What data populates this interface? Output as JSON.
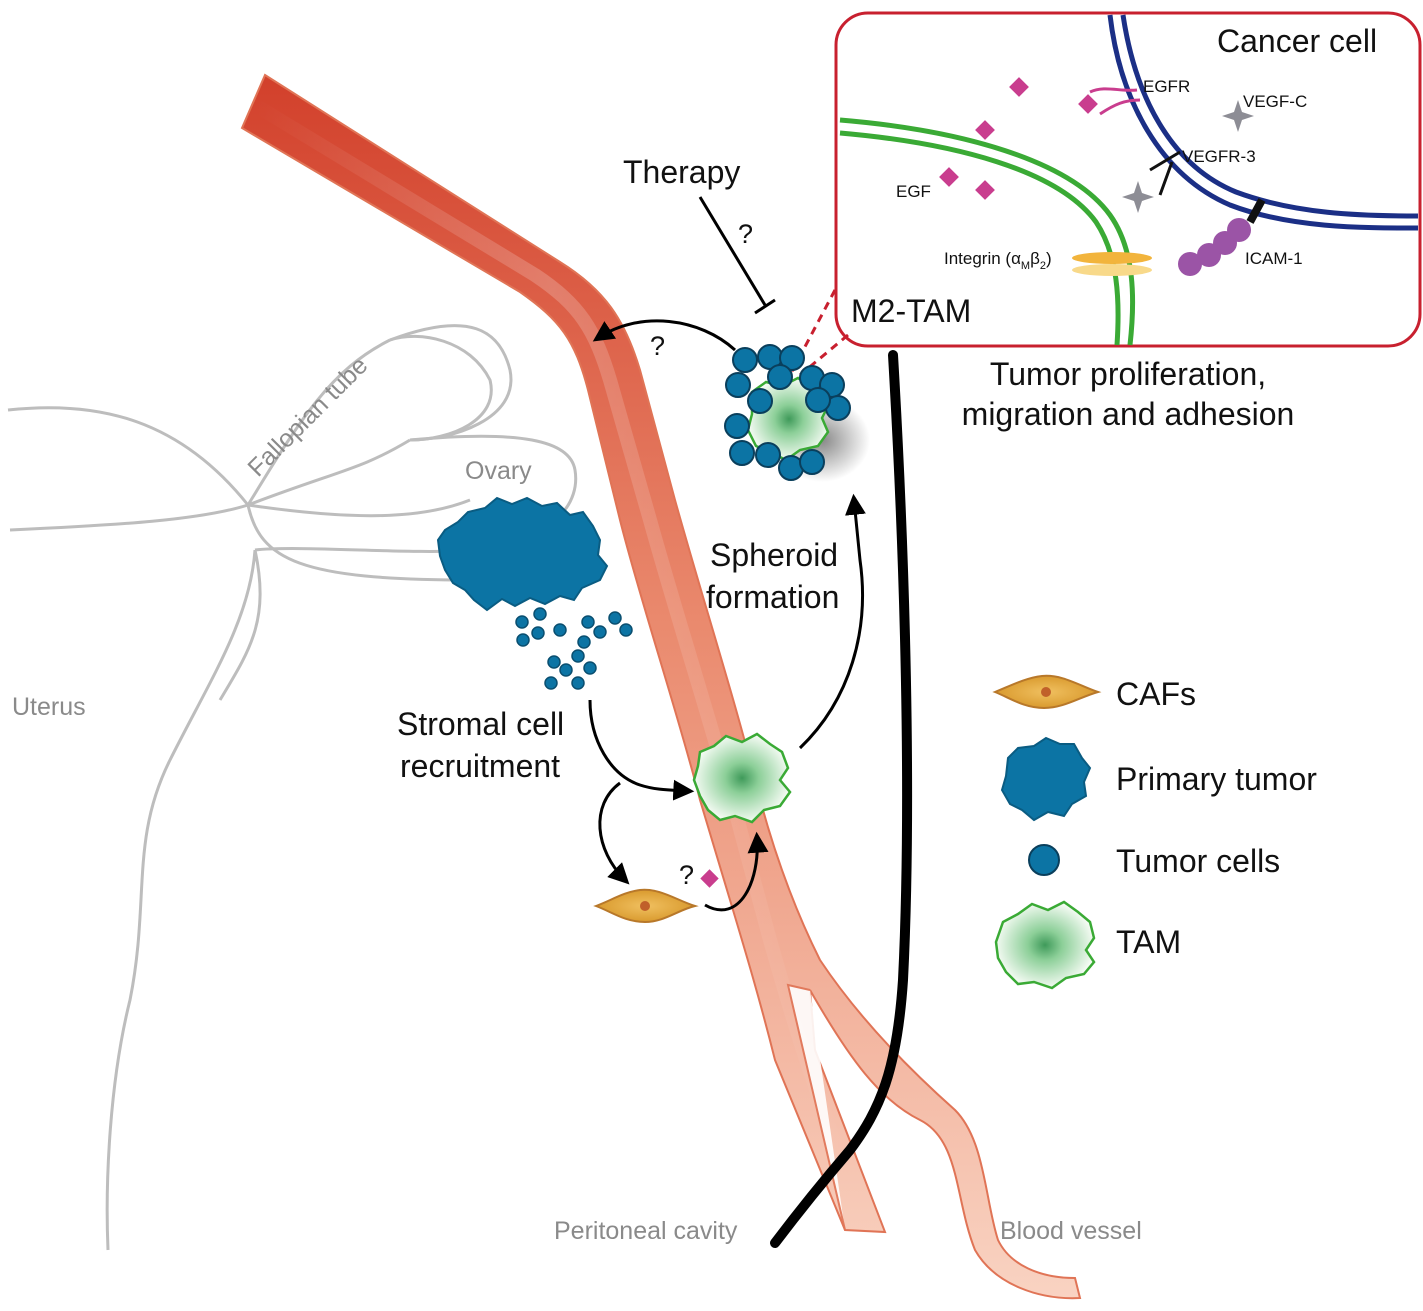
{
  "labels": {
    "cancer_cell": "Cancer cell",
    "egfr": "EGFR",
    "vegf_c": "VEGF-C",
    "vegfr3": "VEGFR-3",
    "egf": "EGF",
    "integrin_prefix": "Integrin (",
    "integrin_alpha": "α",
    "integrin_m": "M",
    "integrin_beta": "β",
    "integrin_2": "2",
    "integrin_close": ")",
    "icam1": "ICAM-1",
    "m2_tam": "M2-TAM",
    "tumor_line1": "Tumor proliferation,",
    "tumor_line2": "migration and adhesion",
    "therapy": "Therapy",
    "question": "?",
    "fallopian_tube": "Fallopian tube",
    "ovary": "Ovary",
    "uterus": "Uterus",
    "spheroid_line1": "Spheroid",
    "spheroid_line2": "formation",
    "stromal_line1": "Stromal cell",
    "stromal_line2": "recruitment",
    "peritoneal_cavity": "Peritoneal cavity",
    "blood_vessel": "Blood vessel"
  },
  "legend": [
    {
      "label": "CAFs",
      "icon": "caf-icon"
    },
    {
      "label": "Primary tumor",
      "icon": "primary-tumor-icon"
    },
    {
      "label": "Tumor cells",
      "icon": "tumor-cell-icon"
    },
    {
      "label": "TAM",
      "icon": "tam-icon"
    }
  ],
  "colors": {
    "vessel_dark": "#d2402b",
    "vessel_light": "#f6c4b2",
    "tumor_blue": "#0c74a4",
    "tam_green": "#3aaa35",
    "caf_orange": "#d9a03a",
    "egf_magenta": "#c93d8e",
    "membrane_navy": "#1b2f86",
    "inset_border": "#c8202f",
    "outline_grey": "#bdbdbd",
    "icam_purple": "#9b54a6",
    "integrin_orange": "#f2b43c"
  }
}
